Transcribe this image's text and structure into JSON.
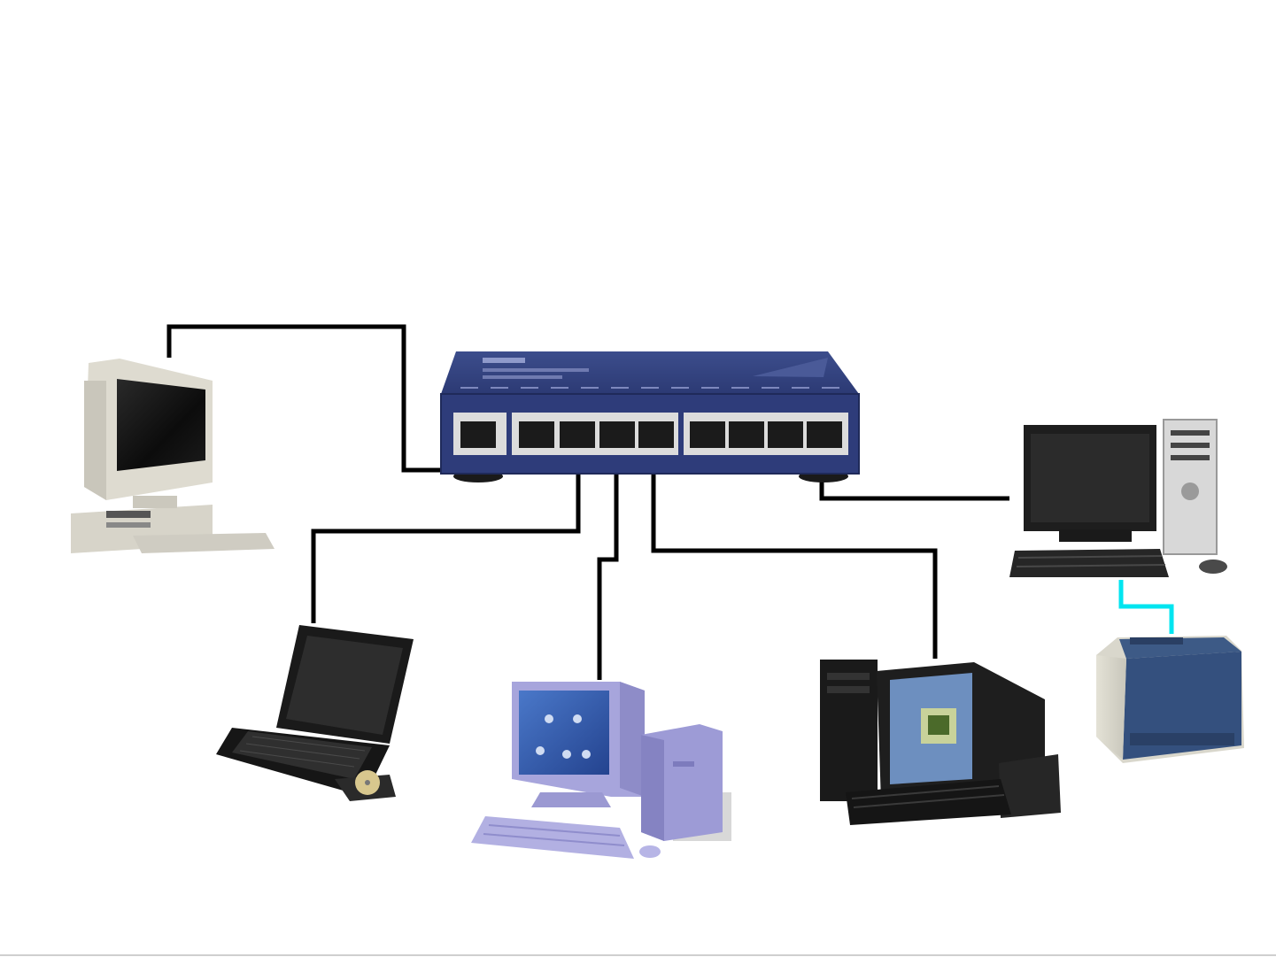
{
  "diagram": {
    "devices": [
      {
        "id": "switch",
        "icon": "network-switch-icon",
        "color": "#2f3f78"
      },
      {
        "id": "crt-desktop",
        "icon": "crt-desktop-computer-icon",
        "color": "#d9d6cc"
      },
      {
        "id": "laptop",
        "icon": "laptop-icon",
        "color": "#1c1c1c"
      },
      {
        "id": "vaio-desktop",
        "icon": "vaio-desktop-computer-icon",
        "color": "#9d9bd6"
      },
      {
        "id": "black-desktop",
        "icon": "black-desktop-computer-icon",
        "color": "#1e1e1e"
      },
      {
        "id": "lcd-tower-desktop",
        "icon": "lcd-desktop-tower-icon",
        "color": "#2a2a2a"
      },
      {
        "id": "printer",
        "icon": "laser-printer-icon",
        "color": "#3a5a86"
      }
    ],
    "connections": [
      {
        "from": "crt-desktop",
        "to": "switch",
        "color": "#000000"
      },
      {
        "from": "laptop",
        "to": "switch",
        "color": "#000000"
      },
      {
        "from": "vaio-desktop",
        "to": "switch",
        "color": "#000000"
      },
      {
        "from": "black-desktop",
        "to": "switch",
        "color": "#000000"
      },
      {
        "from": "lcd-tower-desktop",
        "to": "switch",
        "color": "#000000"
      },
      {
        "from": "printer",
        "to": "lcd-tower-desktop",
        "color": "#00e5f0"
      }
    ]
  }
}
